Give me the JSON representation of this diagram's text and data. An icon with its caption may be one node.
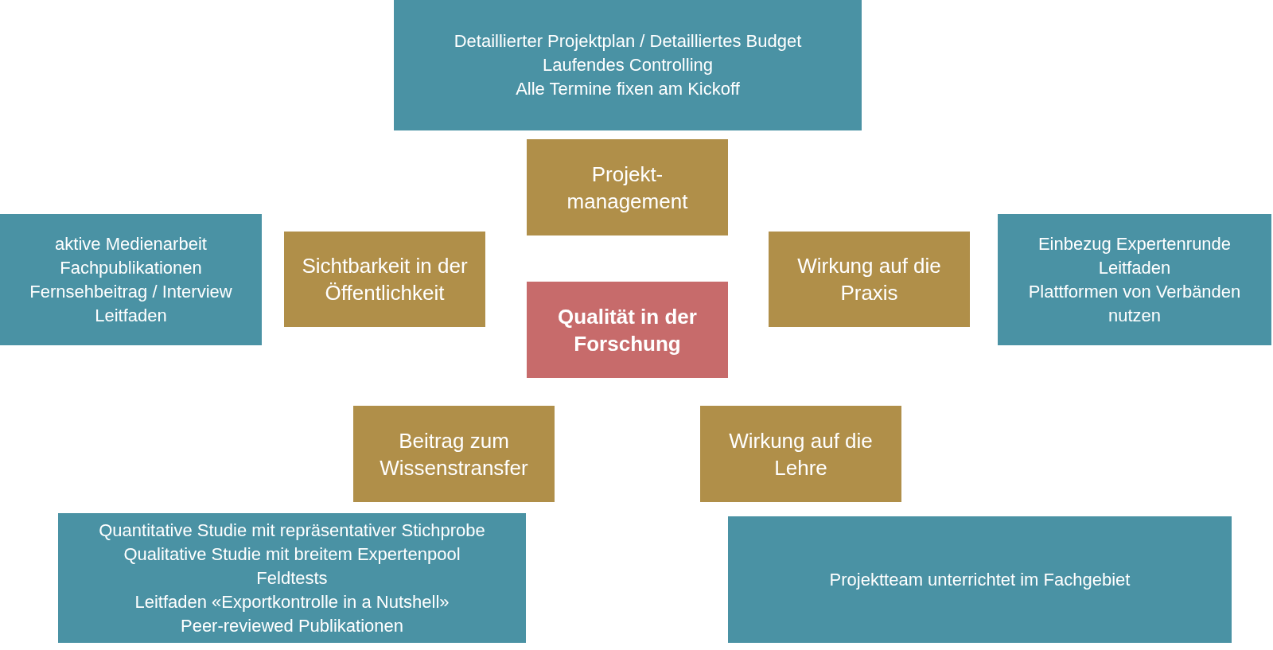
{
  "diagram": {
    "nodes": [
      {
        "text": [
          "Detaillierter Projektplan / Detailliertes Budget",
          "Laufendes Controlling",
          "Alle Termine fixen am Kickoff"
        ]
      },
      {
        "text": [
          "Projekt- management"
        ]
      },
      {
        "text": [
          "aktive Medienarbeit",
          "Fachpublikationen",
          "Fernsehbeitrag / Interview",
          "Leitfaden"
        ]
      },
      {
        "text": [
          "Sichtbarkeit in der Öffentlichkeit"
        ]
      },
      {
        "text": [
          "Qualität in der Forschung"
        ]
      },
      {
        "text": [
          "Wirkung auf die Praxis"
        ]
      },
      {
        "text": [
          "Einbezug Expertenrunde",
          "Leitfaden",
          "Plattformen von Verbänden nutzen"
        ]
      },
      {
        "text": [
          "Beitrag zum Wissenstransfer"
        ]
      },
      {
        "text": [
          "Wirkung auf die Lehre"
        ]
      },
      {
        "text": [
          "Quantitative Studie mit repräsentativer Stichprobe",
          "Qualitative Studie mit breitem Expertenpool",
          "Feldtests",
          "Leitfaden «Exportkontrolle in a Nutshell»",
          "Peer-reviewed Publikationen"
        ]
      },
      {
        "text": [
          "Projektteam unterrichtet im Fachgebiet"
        ]
      }
    ]
  }
}
